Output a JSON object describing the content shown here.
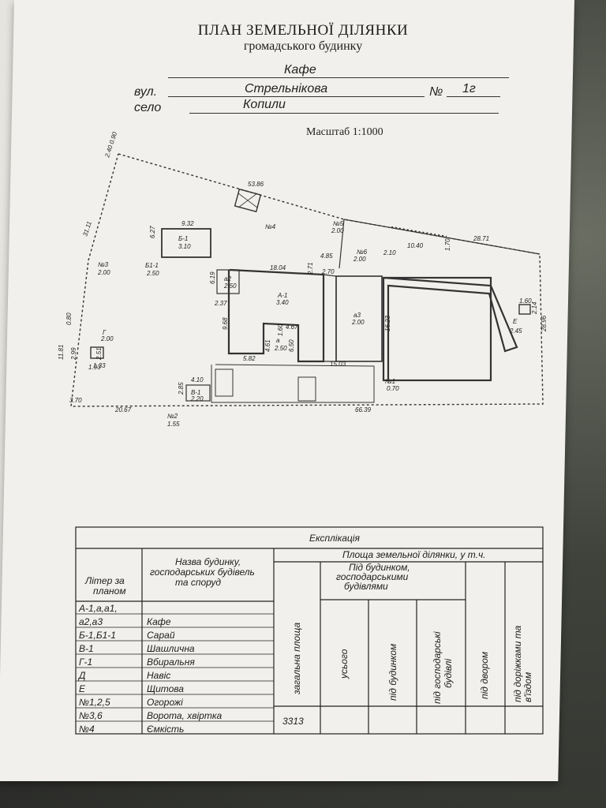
{
  "header": {
    "title": "ПЛАН ЗЕМЕЛЬНОЇ ДІЛЯНКИ",
    "subtitle": "громадського будинку",
    "object_name": "Кафе",
    "street_label": "вул.",
    "street_value": "Стрельнікова",
    "number_label": "№",
    "number_value": "1г",
    "village_label": "село",
    "village_value": "Копили",
    "scale": "Масштаб 1:1000"
  },
  "plan_labels": {
    "corner_nw": "2.40 0.90",
    "d_top": "53.86",
    "n4": "№4",
    "n5": "№5",
    "n5_h": "2.00",
    "b1_title": "Б-1",
    "b1_h": "3.10",
    "b1_w": "9.32",
    "b1_d": "6.27",
    "b11": "Б1-1",
    "b11_h": "2.50",
    "n3": "№3",
    "n3_h": "2.00",
    "d_left": "31.11",
    "n6": "№6",
    "n6_h": "2.00",
    "d485": "4.85",
    "d270": "2.70",
    "d271": "2.71",
    "d1040": "10.40",
    "d210": "2.10",
    "d170": "1.70",
    "d2871": "28.71",
    "d1804": "18.04",
    "a1": "А-1",
    "a1_h": "3.40",
    "a2": "а2",
    "a2_h": "2.50",
    "d619": "6.19",
    "d237": "2.37",
    "d968": "9.68",
    "a_title": "а",
    "a_h": "2.50",
    "d467": "4.67",
    "d461": "4.61",
    "d160": "1.60",
    "d650": "6.50",
    "a3": "а3",
    "a3_h": "2.00",
    "d1623": "16.23",
    "d582": "5.82",
    "d1503": "15.03",
    "g_title": "Г",
    "g_h": "2.00",
    "g_d": "2.51",
    "g_w": "1.93",
    "g_w2": "1.33",
    "g_l": "2.99",
    "d1181": "11.81",
    "d080": "0.80",
    "e_title": "Е",
    "e_h": "2.45",
    "e_w": "1.60",
    "e_d": "2.14",
    "d2896": "28.96",
    "n1": "№1",
    "n1_h": "0.70",
    "v1": "В-1",
    "v1_h": "2.20",
    "d410": "4.10",
    "d285": "2.85",
    "d370": "3.70",
    "d2067": "20.67",
    "n2": "№2",
    "n2_h": "1.55",
    "d6639": "66.39"
  },
  "explication": {
    "title": "Експлікація",
    "col_letter": "Літер за планом",
    "col_name": "Назва будинку, господарських будівель та споруд",
    "col_area_group": "Площа земельної ділянки, у т.ч.",
    "col_total": "загальна площа",
    "col_buildings_group": "Під будинком, господарськими будівлями",
    "col_all": "усього",
    "col_under_house": "під будинком",
    "col_under_outbuildings": "під господарські будівлі",
    "col_yard": "під двором",
    "col_roads": "під доріжками та в'їздом",
    "total_area_value": "3313",
    "rows": [
      {
        "letter": "А-1,а,а1,",
        "name": ""
      },
      {
        "letter": "а2,а3",
        "name": "Кафе"
      },
      {
        "letter": "Б-1,Б1-1",
        "name": "Сарай"
      },
      {
        "letter": "В-1",
        "name": "Шашлична"
      },
      {
        "letter": "Г-1",
        "name": "Вбиральня"
      },
      {
        "letter": "Д",
        "name": "Навіс"
      },
      {
        "letter": "Е",
        "name": "Щитова"
      },
      {
        "letter": "№1,2,5",
        "name": "Огорожі"
      },
      {
        "letter": "№3,6",
        "name": "Ворота, хвіртка"
      },
      {
        "letter": "№4",
        "name": "Ємкість"
      }
    ]
  }
}
